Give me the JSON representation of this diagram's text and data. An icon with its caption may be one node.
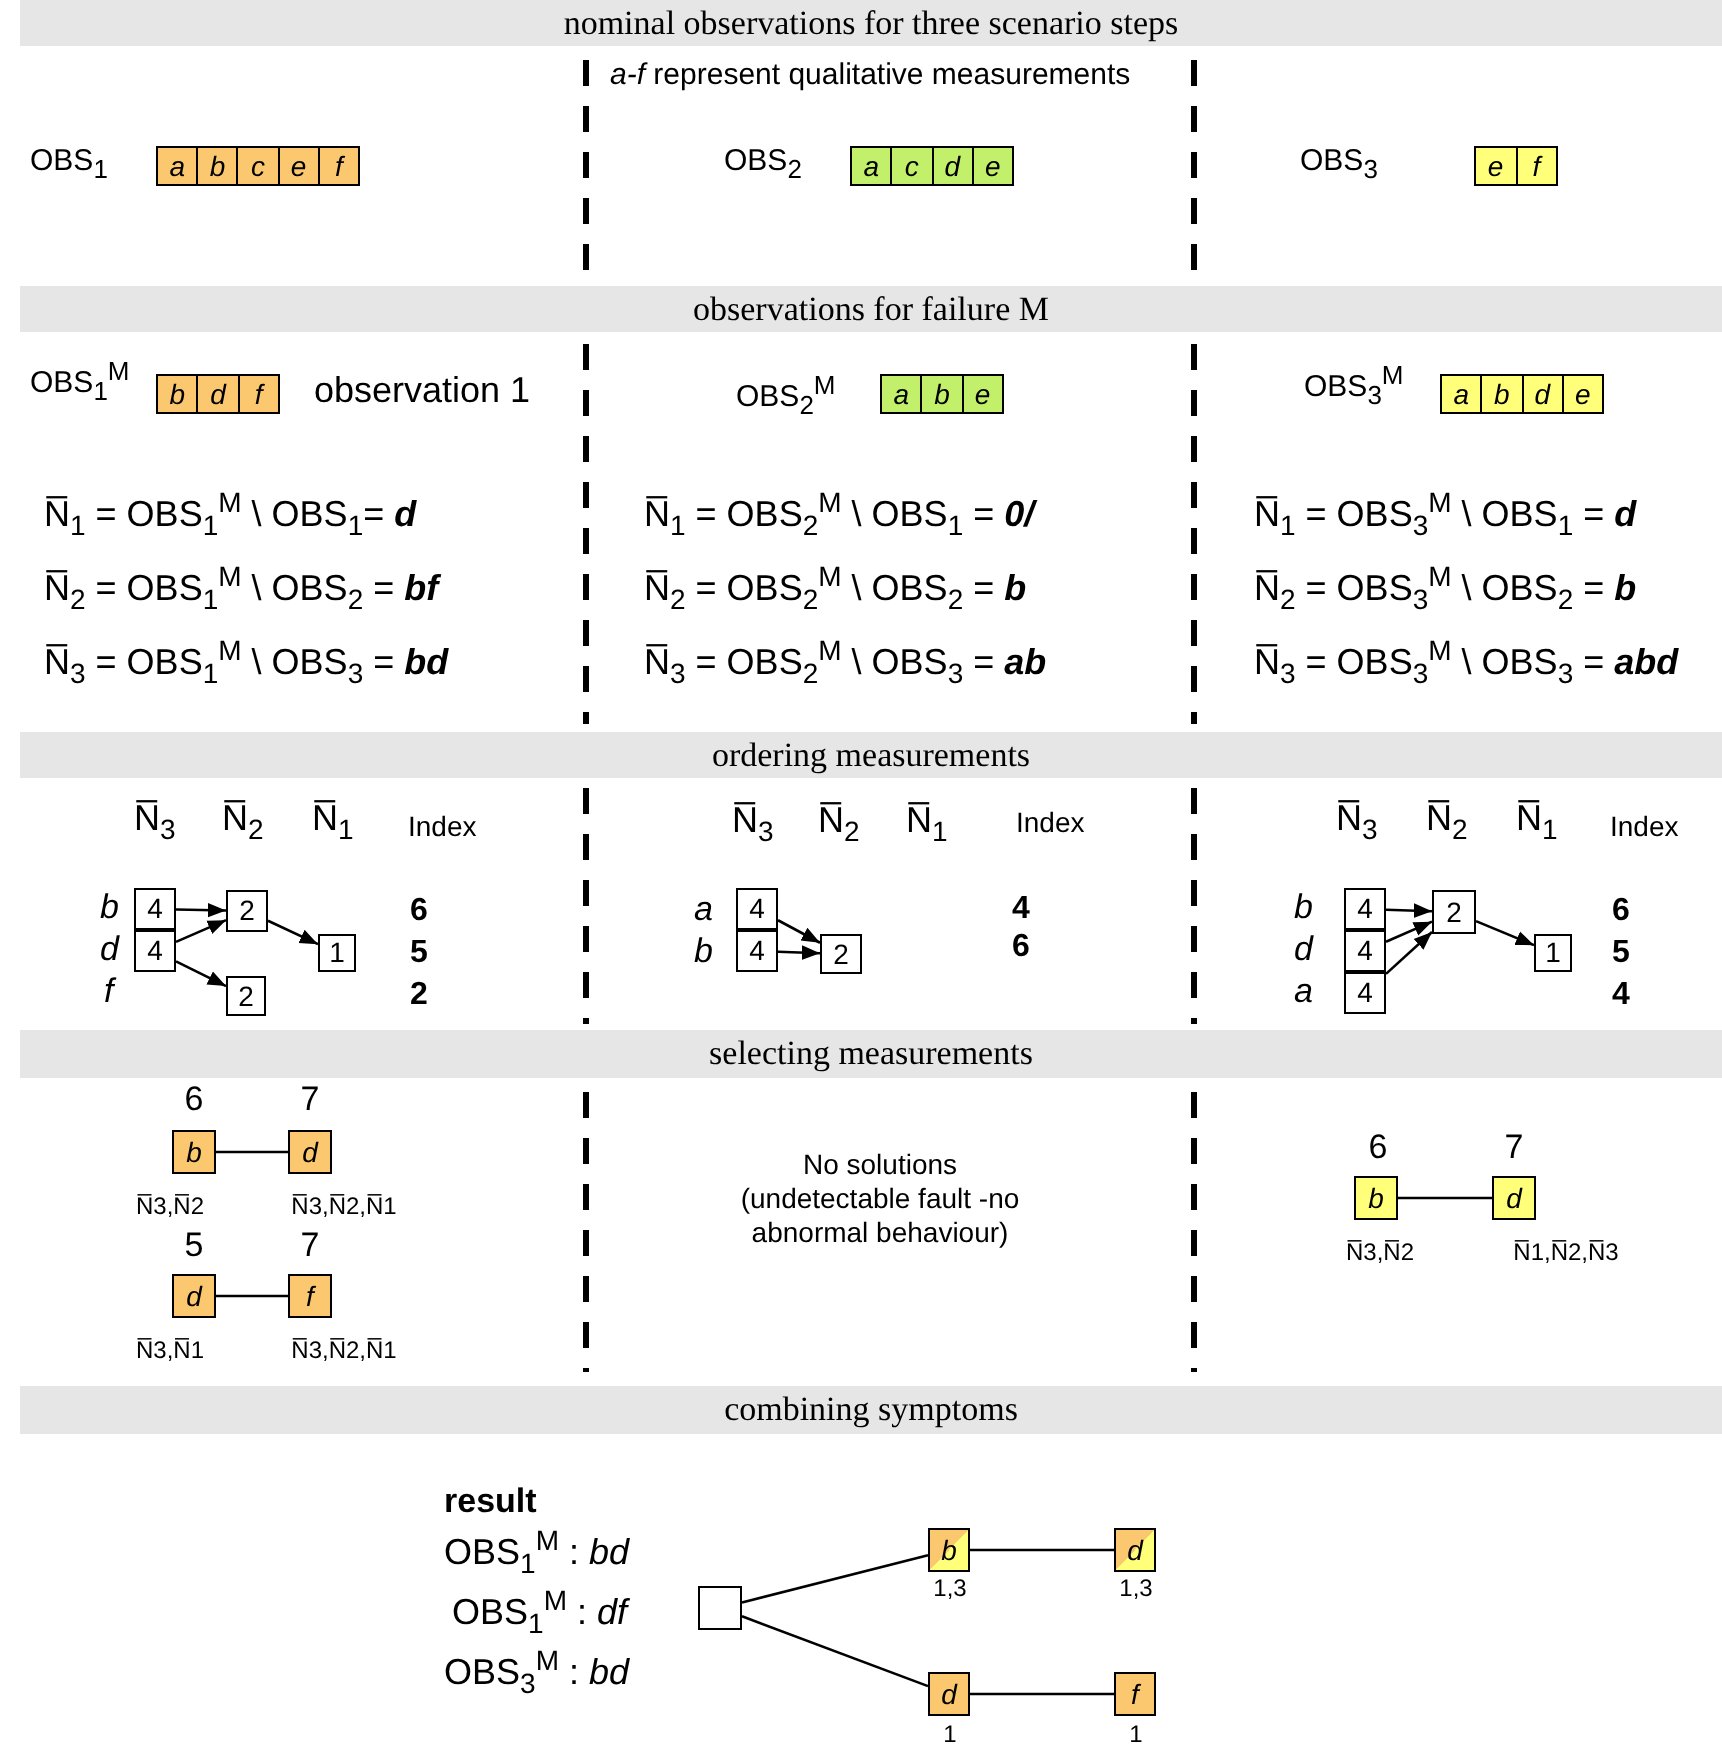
{
  "diagram": {
    "nodes": [
      {
        "text": [
          "nominal observations for three scenario steps"
        ]
      },
      {
        "text": [
          "a",
          "b",
          "c",
          "e",
          "f"
        ],
        "beside": [
          "OBS$_{1}$"
        ]
      },
      {
        "text": [
          "a",
          "c",
          "d",
          "e"
        ],
        "beside": [
          "OBS$_{2}$"
        ]
      },
      {
        "text": [
          "e",
          "f"
        ],
        "beside": [
          "OBS$_{3}$"
        ]
      },
      {
        "text": [
          "observations for failure M"
        ]
      },
      {
        "text": [
          "b",
          "d",
          "f"
        ],
        "beside": [
          "OBS$_{1}$$^{M}$",
          "observation 1"
        ]
      },
      {
        "text": [
          "a",
          "b",
          "e"
        ],
        "beside": [
          "OBS$_{2}$$^{M}$"
        ]
      },
      {
        "text": [
          "a",
          "b",
          "d",
          "e"
        ],
        "beside": [
          "OBS$_{3}$$^{M}$"
        ]
      },
      {
        "text": [
          "ordering measurements"
        ]
      },
      {
        "text": [
          "4"
        ]
      },
      {
        "text": [
          "4"
        ]
      },
      {
        "text": [
          "2"
        ]
      },
      {
        "text": [
          "1"
        ]
      },
      {
        "text": [
          "2"
        ]
      },
      {
        "text": [
          "4"
        ]
      },
      {
        "text": [
          "4"
        ]
      },
      {
        "text": [
          "2"
        ]
      },
      {
        "text": [
          "4"
        ]
      },
      {
        "text": [
          "4"
        ]
      },
      {
        "text": [
          "4"
        ]
      },
      {
        "text": [
          "2"
        ]
      },
      {
        "text": [
          "1"
        ]
      },
      {
        "text": [
          "selecting measurements"
        ]
      },
      {
        "text": [
          "b"
        ],
        "beside": [
          "6",
          "N̅3,N̅2"
        ]
      },
      {
        "text": [
          "d"
        ],
        "beside": [
          "7",
          "N̅3,N̅2,N̅1"
        ]
      },
      {
        "text": [
          "d"
        ],
        "beside": [
          "5",
          "N̅3,N̅1"
        ]
      },
      {
        "text": [
          "f"
        ],
        "beside": [
          "7",
          "N̅3,N̅2,N̅1"
        ]
      },
      {
        "text": [
          "b"
        ],
        "beside": [
          "6",
          "N̅3,N̅2"
        ]
      },
      {
        "text": [
          "d"
        ],
        "beside": [
          "7",
          "N̅1,N̅2,N̅3"
        ]
      },
      {
        "text": [
          "combining symptoms"
        ]
      },
      {
        "text": [],
        "shape": "box"
      },
      {
        "text": [
          "b"
        ],
        "beside": [
          "1,3"
        ]
      },
      {
        "text": [
          "d"
        ],
        "beside": [
          "1,3"
        ]
      },
      {
        "text": [
          "d"
        ],
        "beside": [
          "1"
        ]
      },
      {
        "text": [
          "f"
        ],
        "beside": [
          "1"
        ]
      }
    ],
    "edges": [
      {
        "from": 9,
        "to": 11,
        "arrow": "to"
      },
      {
        "from": 10,
        "to": 11,
        "arrow": "to"
      },
      {
        "from": 10,
        "to": 13,
        "arrow": "to"
      },
      {
        "from": 11,
        "to": 12,
        "arrow": "to"
      },
      {
        "from": 14,
        "to": 16,
        "arrow": "to"
      },
      {
        "from": 15,
        "to": 16,
        "arrow": "to"
      },
      {
        "from": 17,
        "to": 20,
        "arrow": "to"
      },
      {
        "from": 18,
        "to": 20,
        "arrow": "to"
      },
      {
        "from": 19,
        "to": 20,
        "arrow": "to"
      },
      {
        "from": 20,
        "to": 21,
        "arrow": "to"
      },
      {
        "from": 23,
        "to": 24,
        "arrow": "none"
      },
      {
        "from": 25,
        "to": 26,
        "arrow": "none"
      },
      {
        "from": 27,
        "to": 28,
        "arrow": "none"
      },
      {
        "from": 30,
        "to": 31,
        "arrow": "none"
      },
      {
        "from": 31,
        "to": 32,
        "arrow": "none"
      },
      {
        "from": 30,
        "to": 33,
        "arrow": "none"
      },
      {
        "from": 33,
        "to": 34,
        "arrow": "none"
      }
    ],
    "labels": [
      "*a-f* represent qualitative measurements",
      "N̅$_{1}$ = OBS$_{1}$$^{M}$ \\ OBS$_{1}$= **d**",
      "N̅$_{1}$ = OBS$_{2}$$^{M}$ \\ OBS$_{1}$ = **0/**",
      "N̅$_{1}$ = OBS$_{3}$$^{M}$ \\ OBS$_{1}$ = **d**",
      "N̅$_{2}$ = OBS$_{1}$$^{M}$ \\ OBS$_{2}$ = **bf**",
      "N̅$_{2}$ = OBS$_{2}$$^{M}$ \\ OBS$_{2}$ = **b**",
      "N̅$_{2}$ = OBS$_{3}$$^{M}$ \\ OBS$_{2}$ = **b**",
      "N̅$_{3}$ = OBS$_{1}$$^{M}$ \\ OBS$_{3}$ = **bd**",
      "N̅$_{3}$ = OBS$_{2}$$^{M}$ \\ OBS$_{3}$ = **ab**",
      "N̅$_{3}$ = OBS$_{3}$$^{M}$ \\ OBS$_{3}$ = **abd**",
      "N̅$_{3}$",
      "N̅$_{2}$",
      "N̅$_{1}$",
      "Index",
      "N̅$_{3}$",
      "N̅$_{2}$",
      "N̅$_{1}$",
      "Index",
      "N̅$_{3}$",
      "N̅$_{2}$",
      "N̅$_{1}$",
      "Index",
      "b",
      "d",
      "f",
      "6",
      "5",
      "2",
      "a",
      "b",
      "4",
      "6",
      "b",
      "d",
      "a",
      "6",
      "5",
      "4",
      "No solutions (undetectable fault -no abnormal behaviour)",
      "result",
      "OBS$_{1}$$^{M}$ : *bd*",
      "OBS$_{1}$$^{M}$ : *df*",
      "OBS$_{3}$$^{M}$ : *bd*"
    ]
  }
}
